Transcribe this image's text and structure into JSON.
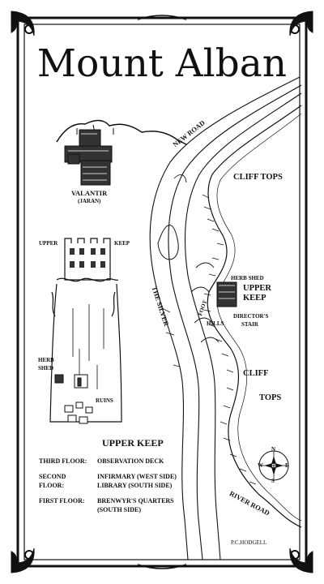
{
  "map": {
    "title": "Mount Alban",
    "labels": {
      "new_road": "NEW ROAD",
      "cliff_tops_upper": "CLIFF TOPS",
      "valantir": "VALANTIR",
      "jaran": "(JARAN)",
      "upper_tower": "UPPER",
      "keep_tower": "KEEP",
      "herb_shed_map": "HERB SHED",
      "upper_keep_map_1": "UPPER",
      "upper_keep_map_2": "KEEP",
      "directors_stair_1": "DIRECTOR'S",
      "directors_stair_2": "STAIR",
      "foot_hills": "FOOT",
      "hills": "HILLS",
      "the_silver": "THE SILVER",
      "herb_left_1": "HERB",
      "herb_left_2": "SHED",
      "ruins": "RUINS",
      "cliff_tops_lower_1": "CLIFF",
      "cliff_tops_lower_2": "TOPS",
      "river_road": "RIVER ROAD",
      "signature": "P.C.HODGELL"
    },
    "compass": {
      "n": "N",
      "s": "S",
      "e": "E",
      "w": "W"
    },
    "keep_legend": {
      "heading": "UPPER KEEP",
      "rows": [
        {
          "floor": "THIRD FLOOR:",
          "desc": "OBSERVATION DECK"
        },
        {
          "floor": "SECOND",
          "floor2": "FLOOR:",
          "desc": "INFIRMARY (WEST SIDE)",
          "desc2": "LIBRARY (SOUTH SIDE)"
        },
        {
          "floor": "FIRST FLOOR:",
          "desc": "BRENWYR'S QUARTERS",
          "desc2": "(SOUTH SIDE)"
        }
      ]
    }
  }
}
